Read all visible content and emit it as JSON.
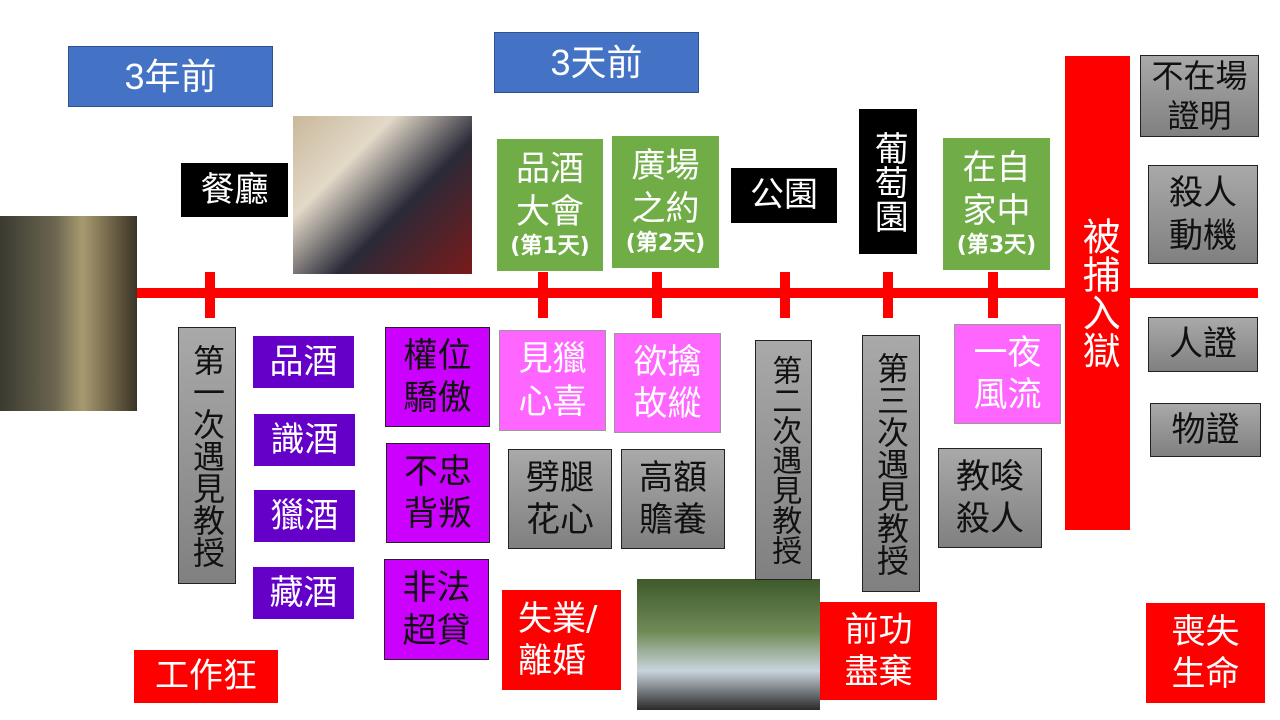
{
  "headers": {
    "three_years_ago": "3年前",
    "three_days_ago": "3天前"
  },
  "places": {
    "restaurant": "餐廳",
    "park": "公園",
    "vineyard": "葡萄園",
    "tasting": {
      "title": "品酒大會",
      "day": "(第1天)"
    },
    "square": {
      "title": "廣場之約",
      "day": "(第2天)"
    },
    "home": {
      "title": "在自家中",
      "day": "(第3天)"
    }
  },
  "arrested": "被捕入獄",
  "evidence": [
    "不在場證明",
    "殺人動機",
    "人證",
    "物證"
  ],
  "meetings": [
    "第一次遇見教授",
    "第二次遇見教授",
    "第三次遇見教授"
  ],
  "wine": [
    "品酒",
    "識酒",
    "獵酒",
    "藏酒"
  ],
  "flaws": [
    "權位驕傲",
    "不忠背叛",
    "非法超貸"
  ],
  "pink": [
    "見獵心喜",
    "欲擒故縱",
    "一夜風流"
  ],
  "gray": [
    "劈腿花心",
    "高額贍養",
    "教唆殺人"
  ],
  "outcomes": [
    "工作狂",
    "失業/離婚",
    "前功盡棄",
    "喪失生命"
  ],
  "colors": {
    "timeline": "#FF0000",
    "blue": "#4472C4",
    "green": "#70AD47",
    "purple": "#6400C8",
    "magenta": "#CC00FF",
    "pink": "#FF66FF"
  }
}
